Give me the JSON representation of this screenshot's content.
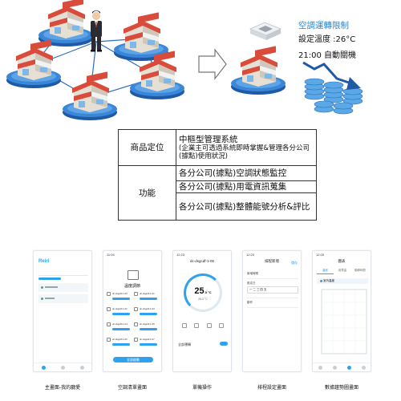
{
  "annotation": {
    "title": "空調運轉限制",
    "setting": "設定溫度 :26°C",
    "schedule": "21:00 自動關機"
  },
  "table": {
    "row1": {
      "label": "商品定位",
      "main": "中樞型管理系統",
      "sub": "(企業主可透過系統即時掌握&管理各分公司(據點)使用狀況)"
    },
    "row2": {
      "label": "功能",
      "items": [
        "各分公司(據點)空調狀態監控",
        "各分公司(據點)用電資訊蒐集",
        "各分公司(據點)整體能號分析&評比"
      ]
    }
  },
  "screens": [
    {
      "caption": "主畫面-我的廳愛",
      "status_time": "",
      "brand": "Reiri",
      "tabs": [
        "",
        ""
      ],
      "rows": [
        "",
        ""
      ]
    },
    {
      "caption": "空調清單畫面",
      "status_time": "11:04",
      "heading": "溫度調節",
      "units": [
        "dc-dsgcdf-1-00",
        "dc-dsgcdf-1-01",
        "dc-dsgcdf-1-02",
        "dc-dsgcdf-1-03",
        "dc-dsgcdf-1-04",
        "dc-dsgcdf-1-05",
        "dc-dsgcdf-1-06",
        "dc-dsgcdf-1-07"
      ],
      "button": "全部啟動"
    },
    {
      "caption": "單機操作",
      "status_time": "12:23",
      "device": "dc-dsgcdf-1-05",
      "setpoint": "25",
      "setpoint_unit": ".0 °C",
      "room": "26.0 °C",
      "status": "全部運轉"
    },
    {
      "caption": "排程設定畫面",
      "status_time": "12:23",
      "title": "排程新增",
      "save": "儲存",
      "fields": [
        "新增時間",
        "設定日",
        "一 二 三 四 五",
        "動作"
      ]
    },
    {
      "caption": "數據趨勢圖畫面",
      "status_time": "12:25",
      "title": "圖表",
      "tabs": [
        "溫度",
        "用電量",
        "運轉時間"
      ],
      "legend": "室內溫度"
    }
  ],
  "colors": {
    "accent": "#2ea2ee",
    "annotation_blue": "#1e88d6",
    "store_red": "#d94b3a",
    "platform_blue": "#2e6fbd"
  }
}
